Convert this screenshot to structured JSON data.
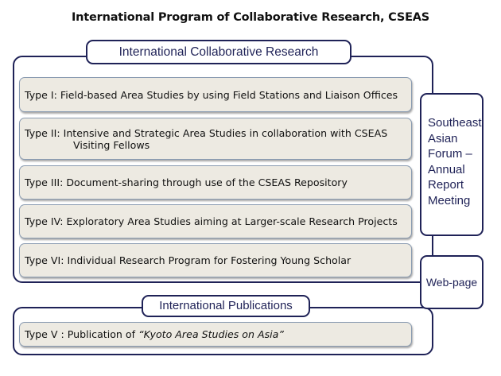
{
  "title": "International Program of Collaborative Research, CSEAS",
  "collab_header": "International Collaborative Research",
  "collab_types": [
    {
      "line1": "Type I: Field-based Area Studies by using Field Stations and Liaison Offices",
      "line2": ""
    },
    {
      "line1": "Type II: Intensive and Strategic Area Studies in collaboration with CSEAS",
      "line2": "Visiting Fellows"
    },
    {
      "line1": "Type III: Document-sharing through use of the CSEAS Repository",
      "line2": ""
    },
    {
      "line1": "Type IV: Exploratory Area Studies aiming at Larger-scale Research Projects",
      "line2": ""
    },
    {
      "line1": "Type VI: Individual Research Program for Fostering Young Scholar",
      "line2": ""
    }
  ],
  "forum_lines": [
    "Southeast",
    "Asian",
    "Forum –",
    "Annual",
    "Report",
    "Meeting"
  ],
  "webpage_label": "Web-page",
  "publications_header": "International Publications",
  "publication": {
    "prefix": "Type V : Publication of ",
    "title": "“Kyoto Area Studies on Asia”"
  },
  "colors": {
    "border": "#1f2257",
    "box_fill": "#edeae2",
    "box_border": "#8a9bb1"
  }
}
